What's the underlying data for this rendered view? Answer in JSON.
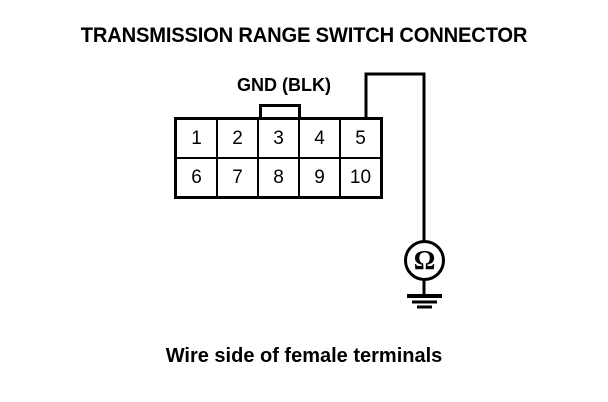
{
  "diagram": {
    "title": "TRANSMISSION RANGE SWITCH CONNECTOR",
    "caption": "Wire side of female terminals",
    "background_color": "#ffffff",
    "line_color": "#000000"
  },
  "wire_label": {
    "text": "GND (BLK)",
    "signal": "GND",
    "wire_color_code": "BLK"
  },
  "connector": {
    "rows": [
      {
        "cells": [
          "1",
          "2",
          "3",
          "4",
          "5"
        ]
      },
      {
        "cells": [
          "6",
          "7",
          "8",
          "9",
          "10"
        ]
      }
    ],
    "total_pins": 10,
    "columns": 5
  },
  "measurement": {
    "instrument": "ohmmeter",
    "symbol": "Ω",
    "connected_pin": "5",
    "reference": "ground"
  }
}
